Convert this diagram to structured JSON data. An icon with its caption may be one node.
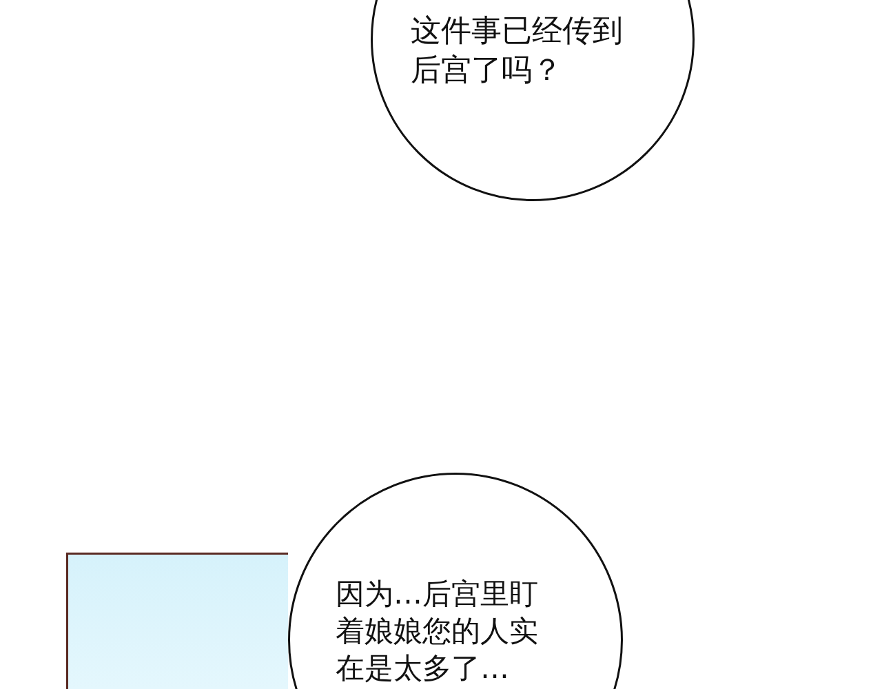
{
  "diagram": {
    "nodes": [
      {
        "text": [
          "这件事已经传到后宫了吗？"
        ]
      },
      {
        "text": [],
        "shape": "box"
      },
      {
        "text": [
          "因为…后宫里盯着娘娘您的人实在是太多了…"
        ]
      }
    ]
  }
}
